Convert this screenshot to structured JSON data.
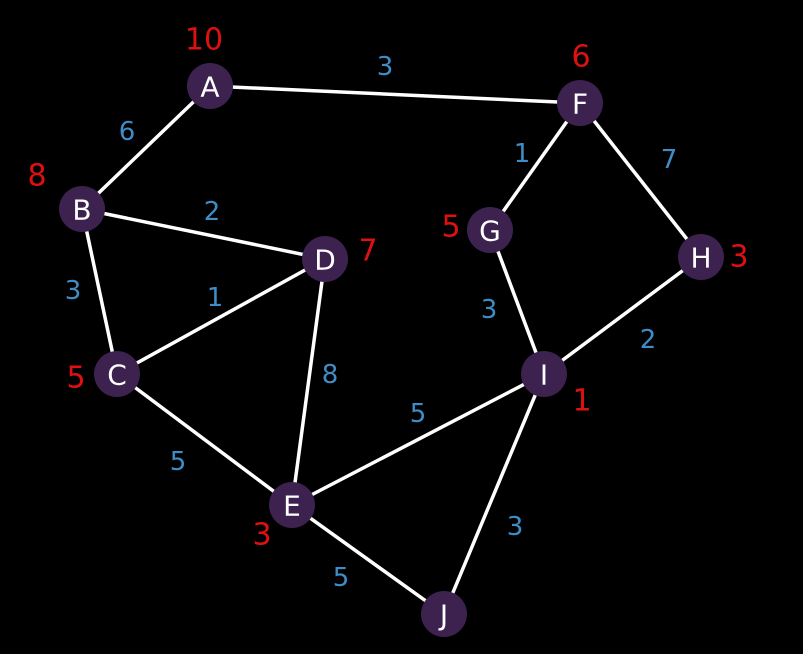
{
  "colors": {
    "background": "#000000",
    "edge": "#ffffff",
    "node_fill": "#3d2250",
    "node_text": "#ffffff",
    "edge_weight": "#3f8dc6",
    "node_value": "#e01010"
  },
  "nodes": [
    {
      "id": "A",
      "label": "A",
      "value": "10"
    },
    {
      "id": "B",
      "label": "B",
      "value": "8"
    },
    {
      "id": "C",
      "label": "C",
      "value": "5"
    },
    {
      "id": "D",
      "label": "D",
      "value": "7"
    },
    {
      "id": "E",
      "label": "E",
      "value": "3"
    },
    {
      "id": "F",
      "label": "F",
      "value": "6"
    },
    {
      "id": "G",
      "label": "G",
      "value": "5"
    },
    {
      "id": "H",
      "label": "H",
      "value": "3"
    },
    {
      "id": "I",
      "label": "I",
      "value": "1"
    },
    {
      "id": "J",
      "label": "J",
      "value": ""
    }
  ],
  "edges": [
    {
      "from": "A",
      "to": "F",
      "weight": "3"
    },
    {
      "from": "A",
      "to": "B",
      "weight": "6"
    },
    {
      "from": "B",
      "to": "D",
      "weight": "2"
    },
    {
      "from": "B",
      "to": "C",
      "weight": "3"
    },
    {
      "from": "C",
      "to": "D",
      "weight": "1"
    },
    {
      "from": "D",
      "to": "E",
      "weight": "8"
    },
    {
      "from": "C",
      "to": "E",
      "weight": "5"
    },
    {
      "from": "E",
      "to": "I",
      "weight": "5"
    },
    {
      "from": "E",
      "to": "J",
      "weight": "5"
    },
    {
      "from": "I",
      "to": "J",
      "weight": "3"
    },
    {
      "from": "F",
      "to": "G",
      "weight": "1"
    },
    {
      "from": "F",
      "to": "H",
      "weight": "7"
    },
    {
      "from": "G",
      "to": "I",
      "weight": "3"
    },
    {
      "from": "H",
      "to": "I",
      "weight": "2"
    }
  ]
}
